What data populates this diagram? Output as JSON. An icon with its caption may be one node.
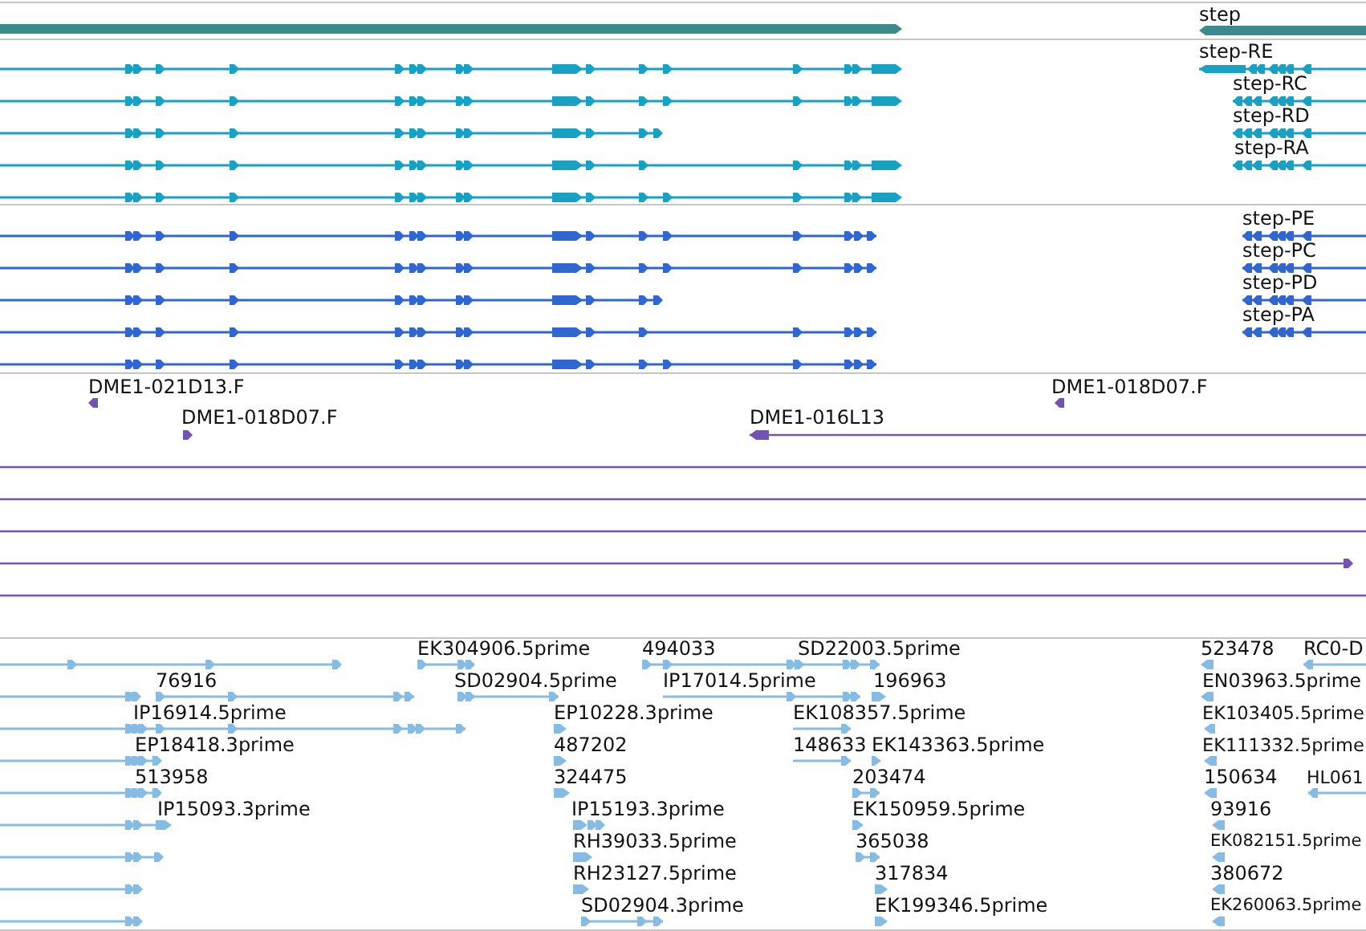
{
  "diagram": {
    "labels": [
      "step",
      "step-RE",
      "step-RC",
      "step-RD",
      "step-RA",
      "step-PE",
      "step-PC",
      "step-PD",
      "step-PA",
      "DME1-021D13.F",
      "DME1-018D07.F",
      "DME1-018D07.F",
      "DME1-016L13",
      "EK304906.5prime",
      "494033",
      "SD22003.5prime",
      "523478",
      "RC0-D",
      "76916",
      "SD02904.5prime",
      "IP17014.5prime",
      "196963",
      "EN03963.5prime",
      "IP16914.5prime",
      "EP10228.3prime",
      "EK108357.5prime",
      "EK103405.5prime",
      "EP18418.3prime",
      "487202",
      "148633",
      "EK143363.5prime",
      "EK111332.5prime",
      "513958",
      "324475",
      "203474",
      "150634",
      "HL061",
      "IP15093.3prime",
      "IP15193.3prime",
      "EK150959.5prime",
      "93916",
      "RH39033.5prime",
      "365038",
      "EK082151.5prime",
      "RH23127.5prime",
      "317834",
      "380672",
      "SD02904.3prime",
      "EK199346.5prime",
      "EK260063.5prime"
    ]
  }
}
